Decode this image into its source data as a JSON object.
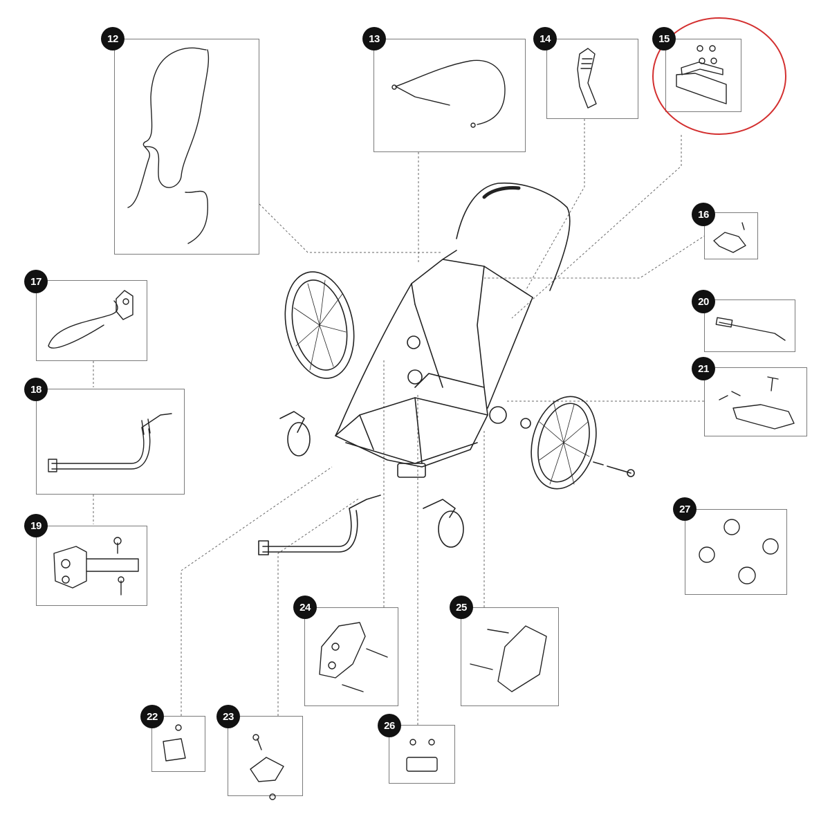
{
  "parts": [
    {
      "id": "part-12",
      "number": "12"
    },
    {
      "id": "part-13",
      "number": "13"
    },
    {
      "id": "part-14",
      "number": "14"
    },
    {
      "id": "part-15",
      "number": "15",
      "highlighted": true
    },
    {
      "id": "part-16",
      "number": "16"
    },
    {
      "id": "part-17",
      "number": "17"
    },
    {
      "id": "part-18",
      "number": "18"
    },
    {
      "id": "part-19",
      "number": "19"
    },
    {
      "id": "part-20",
      "number": "20"
    },
    {
      "id": "part-21",
      "number": "21"
    },
    {
      "id": "part-22",
      "number": "22"
    },
    {
      "id": "part-23",
      "number": "23"
    },
    {
      "id": "part-24",
      "number": "24"
    },
    {
      "id": "part-25",
      "number": "25"
    },
    {
      "id": "part-26",
      "number": "26"
    },
    {
      "id": "part-27",
      "number": "27"
    }
  ],
  "colors": {
    "badge": "#111111",
    "highlight": "#d32f2f",
    "line": "#555555",
    "box_border": "#7a7a7a"
  }
}
